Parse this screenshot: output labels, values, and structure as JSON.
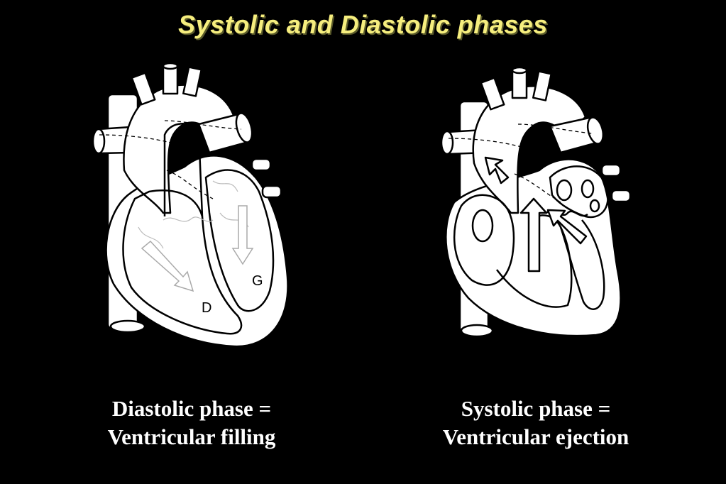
{
  "slide": {
    "title": "Systolic and Diastolic phases",
    "title_color": "#f6ee7e",
    "background": "#000000"
  },
  "left_panel": {
    "caption_line1": "Diastolic phase =",
    "caption_line2": "Ventricular filling",
    "label_right_ventricle": "D",
    "label_left_ventricle": "G"
  },
  "right_panel": {
    "caption_line1": "Systolic phase =",
    "caption_line2": "Ventricular ejection"
  }
}
